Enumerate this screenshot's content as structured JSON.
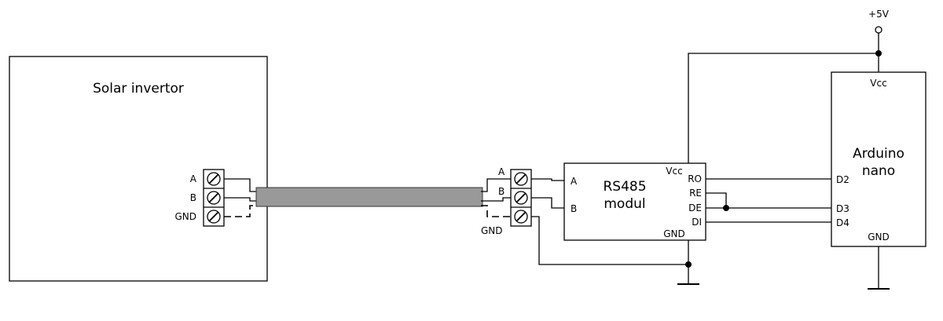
{
  "solar": {
    "title": "Solar invertor",
    "pins": [
      "A",
      "B",
      "GND"
    ]
  },
  "cable_terms": {
    "pins": [
      "A",
      "B",
      "GND"
    ]
  },
  "rs485": {
    "title_line1": "RS485",
    "title_line2": "modul",
    "vcc": "Vcc",
    "gnd": "GND",
    "left_pins": [
      "A",
      "B"
    ],
    "right_pins": [
      "RO",
      "RE",
      "DE",
      "DI"
    ]
  },
  "arduino": {
    "title_line1": "Arduino",
    "title_line2": "nano",
    "vcc": "Vcc",
    "gnd": "GND",
    "pins": [
      "D2",
      "D3",
      "D4"
    ]
  },
  "power": {
    "label": "+5V"
  }
}
